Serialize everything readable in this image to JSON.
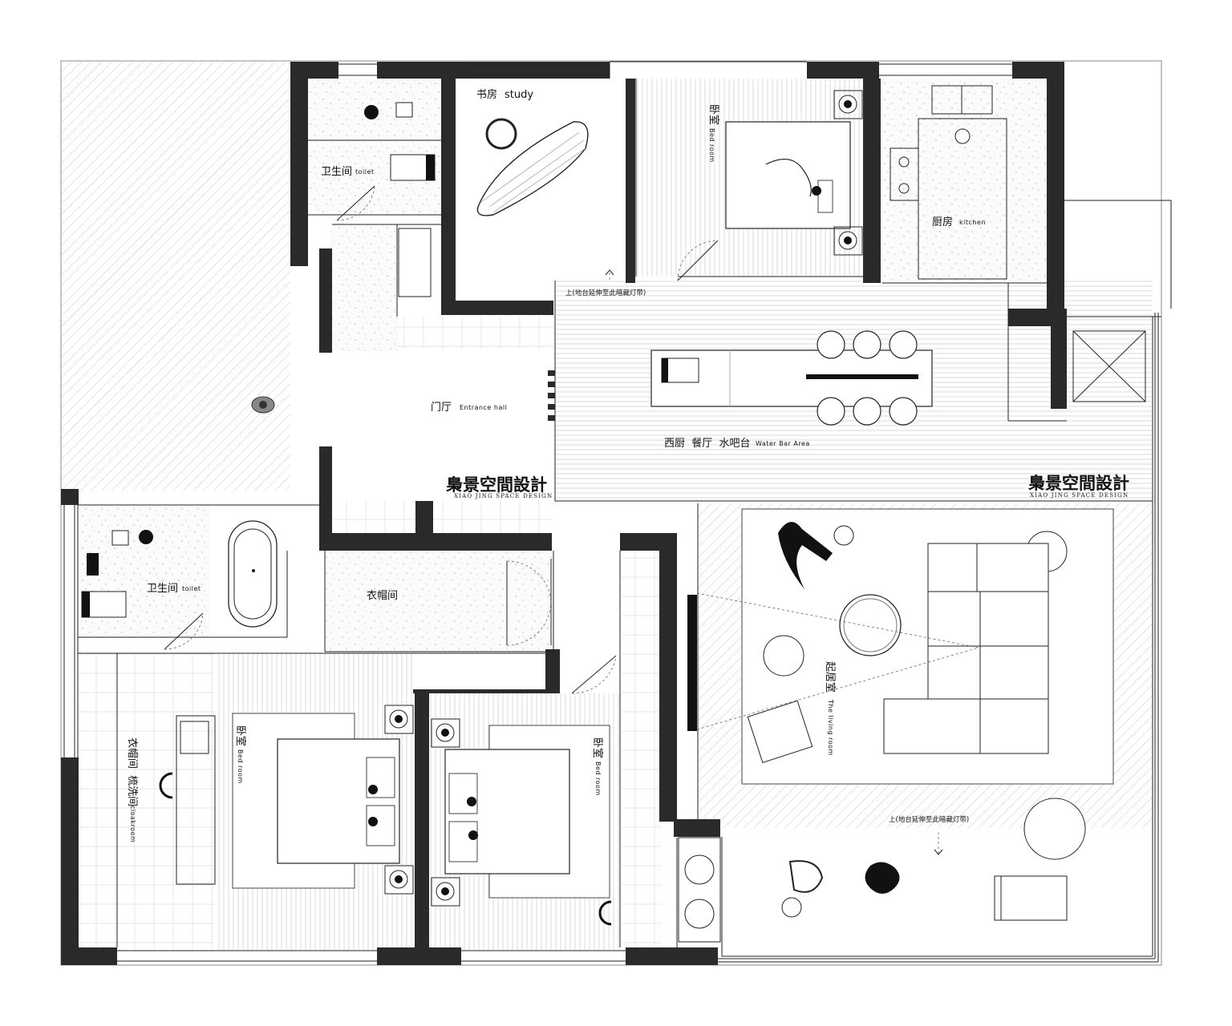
{
  "rooms": {
    "study": {
      "cn": "书房",
      "en": "study"
    },
    "toilet_top": {
      "cn": "卫生间",
      "en": "toilet"
    },
    "bedroom_top": {
      "cn": "卧室",
      "en": "Bed room"
    },
    "kitchen": {
      "cn": "厨房",
      "en": "kitchen"
    },
    "entrance": {
      "cn": "门厅",
      "en": "Entrance hall"
    },
    "dining": {
      "cn": "西厨  餐厅  水吧台",
      "en": "Water Bar Area"
    },
    "toilet_left": {
      "cn": "卫生间",
      "en": "toilet"
    },
    "cloakroom_mid": {
      "cn": "衣帽间"
    },
    "cloakroom_left": {
      "cn": "衣帽间  梳洗间",
      "en": "cloakroom"
    },
    "bedroom_left": {
      "cn": "卧室",
      "en": "Bed room"
    },
    "bedroom_right": {
      "cn": "卧室",
      "en": "Bed room"
    },
    "living": {
      "cn": "起居室",
      "en": "The living room"
    }
  },
  "notes": {
    "step_top": "上(地台延伸至此暗藏灯带)",
    "step_bottom": "上(地台延伸至此暗藏灯带)"
  },
  "brand": {
    "name": "梟景空間設計",
    "sub": "XIAO JING SPACE DESIGN"
  },
  "colors": {
    "wall": "#2a2a2a",
    "line": "#222222",
    "paper": "#ffffff"
  }
}
